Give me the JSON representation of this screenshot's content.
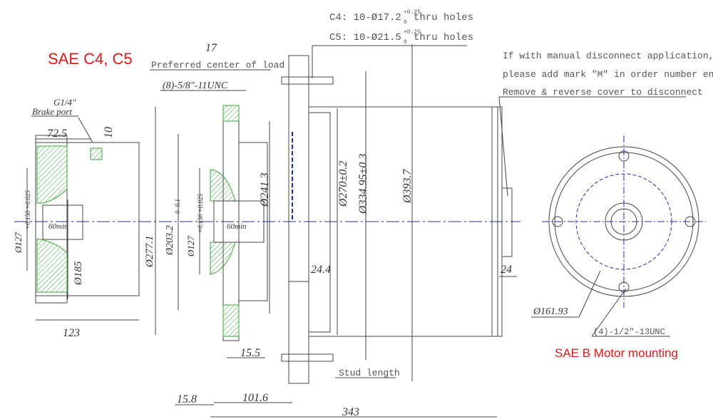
{
  "titles": {
    "sae": "SAE C4, C5",
    "mounting": "SAE B Motor mounting"
  },
  "notes": {
    "c4": "C4: 10-Ø17.2",
    "c4_tol_top": "+0.25",
    "c4_tol_bot": "0",
    "c4_tail": "thru holes",
    "c5": "C5: 10-Ø21.5",
    "c5_tol_top": "+0.25",
    "c5_tol_bot": "0",
    "c5_tail": "thru holes",
    "manual_1": "If with manual disconnect application,",
    "manual_2": "please add mark \"M\" in order number end.",
    "manual_3": "Remove & reverse cover to disconnect",
    "load_num": "17",
    "load_text": "Preferred center of load",
    "thread": "(8)-5/8\"-11UNC",
    "port_1": "G1/4\"",
    "port_2": "Brake port",
    "stud": "Stud length",
    "bolt": "(4)-1/2\"-13UNC"
  },
  "dims": {
    "d72_5": "72.5",
    "d10": "10",
    "d127a": "Ø127",
    "d127a_tol": "+0.150 +0.025",
    "d60a": "60min",
    "d185": "Ø185",
    "d123": "123",
    "d277": "Ø277.1",
    "d203": "Ø203.2",
    "d203_tol": "0 -0.1",
    "d127b": "Ø127",
    "d127b_tol": "+0.150 +0.025",
    "d60b": "60min",
    "d241": "Ø241.3",
    "d270": "Ø270±0.2",
    "d334": "Ø334.95±0.3",
    "d393": "Ø393.7",
    "d24_4": "24.4",
    "d24": "24",
    "d15_5": "15.5",
    "d15_8": "15.8",
    "d101_6": "101.6",
    "d343": "343",
    "d161": "Ø161.93"
  },
  "colors": {
    "line": "#444444",
    "red": "#d21d1d",
    "hatch": "#3aa63a",
    "center": "#1f2fa8"
  }
}
